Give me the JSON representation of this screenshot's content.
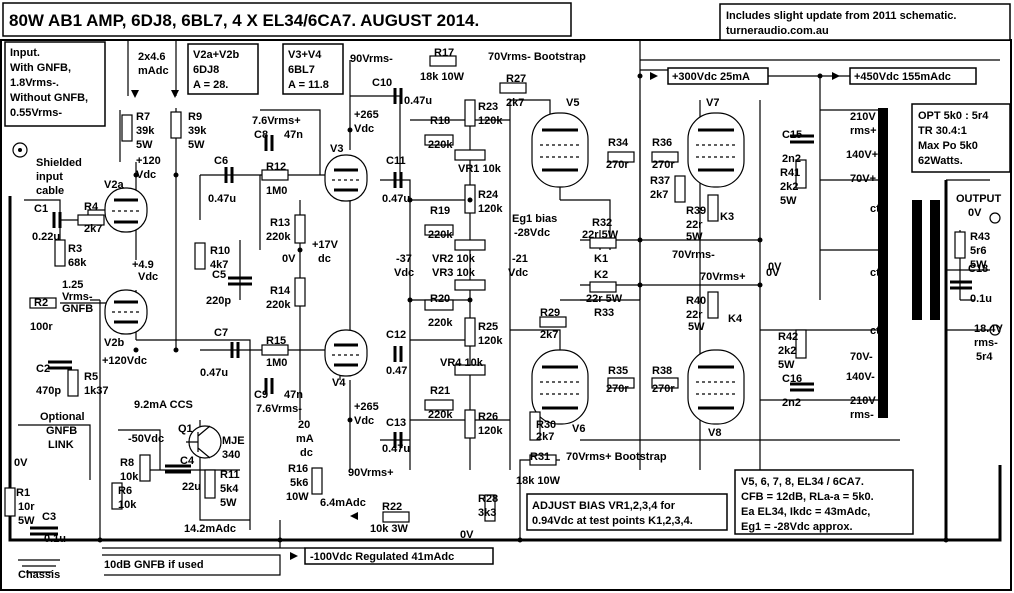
{
  "title": "80W AB1 AMP, 6DJ8, 6BL7, 4 X EL34/6CA7. AUGUST 2014.",
  "notes": {
    "update_line1": "Includes slight update from 2011 schematic.",
    "update_line2": "turneraudio.com.au",
    "input": [
      "Input.",
      "With GNFB,",
      "1.8Vrms-.",
      "Without GNFB,",
      "0.55Vrms-"
    ],
    "v2": [
      "V2a+V2b",
      "6DJ8",
      "A = 28."
    ],
    "v3": [
      "V3+V4",
      "6BL7",
      "A = 11.8"
    ],
    "opt": [
      "OPT 5k0 : 5r4",
      "TR 30.4:1",
      "Max Po 5k0",
      "62Watts."
    ],
    "adjust": [
      "ADJUST BIAS VR1,2,3,4 for",
      "0.94Vdc at test points K1,2,3,4."
    ],
    "specs": [
      "V5, 6, 7, 8, EL34 / 6CA7.",
      "CFB = 12dB, RLa-a = 5k0.",
      "Ea EL34, Ikdc = 43mAdc,",
      "Eg1 = -28Vdc approx."
    ]
  },
  "rails": {
    "plus300": "+300Vdc 25mA",
    "plus450": "+450Vdc 155mAdc",
    "minus100": "-100Vdc Regulated 41mAdc",
    "gnfb": "10dB GNFB if used"
  },
  "labels": [
    {
      "id": "shielded",
      "text": "Shielded"
    },
    {
      "id": "input",
      "text": "input"
    },
    {
      "id": "cable",
      "text": "cable"
    },
    {
      "id": "c1",
      "text": "C1"
    },
    {
      "id": "c1v",
      "text": "0.22u"
    },
    {
      "id": "r4",
      "text": "R4"
    },
    {
      "id": "r4v",
      "text": "2k7"
    },
    {
      "id": "r3",
      "text": "R3"
    },
    {
      "id": "r3v",
      "text": "68k"
    },
    {
      "id": "v2a",
      "text": "V2a"
    },
    {
      "id": "v2b",
      "text": "V2b"
    },
    {
      "id": "r7",
      "text": "R7"
    },
    {
      "id": "r7v",
      "text": "39k"
    },
    {
      "id": "r7w",
      "text": "5W"
    },
    {
      "id": "r9",
      "text": "R9"
    },
    {
      "id": "r9v",
      "text": "39k"
    },
    {
      "id": "r9w",
      "text": "5W"
    },
    {
      "id": "ma",
      "text": "2x4.6"
    },
    {
      "id": "ma2",
      "text": "mAdc"
    },
    {
      "id": "p120",
      "text": "+120"
    },
    {
      "id": "p120b",
      "text": "Vdc"
    },
    {
      "id": "p49",
      "text": "+4.9"
    },
    {
      "id": "p49b",
      "text": "Vdc"
    },
    {
      "id": "g125",
      "text": "1.25"
    },
    {
      "id": "g125b",
      "text": "Vrms-"
    },
    {
      "id": "g125c",
      "text": "GNFB"
    },
    {
      "id": "r2",
      "text": "R2"
    },
    {
      "id": "r2v",
      "text": "100r"
    },
    {
      "id": "p120c",
      "text": "+120Vdc"
    },
    {
      "id": "c2",
      "text": "C2"
    },
    {
      "id": "c2v",
      "text": "470p"
    },
    {
      "id": "r5",
      "text": "R5"
    },
    {
      "id": "r5v",
      "text": "1k37"
    },
    {
      "id": "opt1",
      "text": "Optional"
    },
    {
      "id": "opt2",
      "text": "GNFB"
    },
    {
      "id": "opt3",
      "text": "LINK"
    },
    {
      "id": "zv",
      "text": "0V"
    },
    {
      "id": "r1",
      "text": "R1"
    },
    {
      "id": "r1v",
      "text": "10r"
    },
    {
      "id": "r1w",
      "text": "5W"
    },
    {
      "id": "c3",
      "text": "C3"
    },
    {
      "id": "c3v",
      "text": "0.1u"
    },
    {
      "id": "chassis",
      "text": "Chassis"
    },
    {
      "id": "c6",
      "text": "C6"
    },
    {
      "id": "c6v",
      "text": "0.47u"
    },
    {
      "id": "r10",
      "text": "R10"
    },
    {
      "id": "r10v",
      "text": "4k7"
    },
    {
      "id": "c5",
      "text": "C5"
    },
    {
      "id": "c5v",
      "text": "220p"
    },
    {
      "id": "c7",
      "text": "C7"
    },
    {
      "id": "c7v",
      "text": "0.47u"
    },
    {
      "id": "ccs",
      "text": "9.2mA CCS"
    },
    {
      "id": "q1",
      "text": "Q1"
    },
    {
      "id": "mje",
      "text": "MJE"
    },
    {
      "id": "mje2",
      "text": "340"
    },
    {
      "id": "n50",
      "text": "-50Vdc"
    },
    {
      "id": "r8",
      "text": "R8"
    },
    {
      "id": "r8v",
      "text": "10k"
    },
    {
      "id": "r6",
      "text": "R6"
    },
    {
      "id": "r6v",
      "text": "10k"
    },
    {
      "id": "c4",
      "text": "C4"
    },
    {
      "id": "c4v",
      "text": "22u"
    },
    {
      "id": "r11",
      "text": "R11"
    },
    {
      "id": "r11v",
      "text": "5k4"
    },
    {
      "id": "r11w",
      "text": "5W"
    },
    {
      "id": "m142",
      "text": "14.2mAdc"
    },
    {
      "id": "vr76",
      "text": "7.6Vrms+"
    },
    {
      "id": "c8",
      "text": "C8"
    },
    {
      "id": "c8v",
      "text": "47n"
    },
    {
      "id": "r12",
      "text": "R12"
    },
    {
      "id": "r12v",
      "text": "1M0"
    },
    {
      "id": "r13",
      "text": "R13"
    },
    {
      "id": "r13v",
      "text": "220k"
    },
    {
      "id": "zv2",
      "text": "0V"
    },
    {
      "id": "r14",
      "text": "R14"
    },
    {
      "id": "r14v",
      "text": "220k"
    },
    {
      "id": "r15",
      "text": "R15"
    },
    {
      "id": "r15v",
      "text": "1M0"
    },
    {
      "id": "c9",
      "text": "C9"
    },
    {
      "id": "c9v",
      "text": "47n"
    },
    {
      "id": "vr76b",
      "text": "7.6Vrms-"
    },
    {
      "id": "m20",
      "text": "20"
    },
    {
      "id": "m20b",
      "text": "mA"
    },
    {
      "id": "m20c",
      "text": "dc"
    },
    {
      "id": "r16",
      "text": "R16"
    },
    {
      "id": "r16v",
      "text": "5k6"
    },
    {
      "id": "r16w",
      "text": "10W"
    },
    {
      "id": "m64",
      "text": "6.4mAdc"
    },
    {
      "id": "r22",
      "text": "R22"
    },
    {
      "id": "r22v",
      "text": "10k 3W"
    },
    {
      "id": "zv3",
      "text": "0V"
    },
    {
      "id": "v3",
      "text": "V3"
    },
    {
      "id": "v4",
      "text": "V4"
    },
    {
      "id": "p17",
      "text": "+17V"
    },
    {
      "id": "p17b",
      "text": "dc"
    },
    {
      "id": "p265",
      "text": "+265"
    },
    {
      "id": "p265b",
      "text": "Vdc"
    },
    {
      "id": "p265c",
      "text": "+265"
    },
    {
      "id": "p265d",
      "text": "Vdc"
    },
    {
      "id": "v90m",
      "text": "90Vrms-"
    },
    {
      "id": "v90p",
      "text": "90Vrms+"
    },
    {
      "id": "r17",
      "text": "R17"
    },
    {
      "id": "r17v",
      "text": "18k 10W"
    },
    {
      "id": "v70b",
      "text": "70Vrms- Bootstrap"
    },
    {
      "id": "c10",
      "text": "C10"
    },
    {
      "id": "c10v",
      "text": "0.47u"
    },
    {
      "id": "r27",
      "text": "R27"
    },
    {
      "id": "r27v",
      "text": "2k7"
    },
    {
      "id": "c11",
      "text": "C11"
    },
    {
      "id": "c11v",
      "text": "0.47u"
    },
    {
      "id": "r23",
      "text": "R23"
    },
    {
      "id": "r23v",
      "text": "120k"
    },
    {
      "id": "r18",
      "text": "R18"
    },
    {
      "id": "r18v",
      "text": "220k"
    },
    {
      "id": "vr1",
      "text": "VR1 10k"
    },
    {
      "id": "r24",
      "text": "R24"
    },
    {
      "id": "r24v",
      "text": "120k"
    },
    {
      "id": "r19",
      "text": "R19"
    },
    {
      "id": "r19v",
      "text": "220k"
    },
    {
      "id": "vr2",
      "text": "VR2 10k"
    },
    {
      "id": "vr3",
      "text": "VR3 10k"
    },
    {
      "id": "n37",
      "text": "-37"
    },
    {
      "id": "n37b",
      "text": "Vdc"
    },
    {
      "id": "n21",
      "text": "-21"
    },
    {
      "id": "n21b",
      "text": "Vdc"
    },
    {
      "id": "r20",
      "text": "R20"
    },
    {
      "id": "r20v",
      "text": "220k"
    },
    {
      "id": "r25",
      "text": "R25"
    },
    {
      "id": "r25v",
      "text": "120k"
    },
    {
      "id": "c12",
      "text": "C12"
    },
    {
      "id": "c12v",
      "text": "0.47"
    },
    {
      "id": "vr4",
      "text": "VR4 10k"
    },
    {
      "id": "r21",
      "text": "R21"
    },
    {
      "id": "r21v",
      "text": "220k"
    },
    {
      "id": "r26",
      "text": "R26"
    },
    {
      "id": "r26v",
      "text": "120k"
    },
    {
      "id": "c13",
      "text": "C13"
    },
    {
      "id": "c13v",
      "text": "0.47u"
    },
    {
      "id": "eg1",
      "text": "Eg1 bias"
    },
    {
      "id": "eg1b",
      "text": "-28Vdc"
    },
    {
      "id": "v5",
      "text": "V5"
    },
    {
      "id": "v6",
      "text": "V6"
    },
    {
      "id": "v7",
      "text": "V7"
    },
    {
      "id": "v8",
      "text": "V8"
    },
    {
      "id": "r34",
      "text": "R34"
    },
    {
      "id": "r34v",
      "text": "270r"
    },
    {
      "id": "r36",
      "text": "R36"
    },
    {
      "id": "r36v",
      "text": "270r"
    },
    {
      "id": "r37",
      "text": "R37"
    },
    {
      "id": "r37v",
      "text": "2k7"
    },
    {
      "id": "r39",
      "text": "R39"
    },
    {
      "id": "r39v",
      "text": "22r"
    },
    {
      "id": "r39w",
      "text": "5W"
    },
    {
      "id": "k3",
      "text": "K3"
    },
    {
      "id": "r32",
      "text": "R32"
    },
    {
      "id": "r32v",
      "text": "22r 5W"
    },
    {
      "id": "k1",
      "text": "K1"
    },
    {
      "id": "v70m",
      "text": "70Vrms-"
    },
    {
      "id": "k2",
      "text": "K2"
    },
    {
      "id": "r33v",
      "text": "22r 5W"
    },
    {
      "id": "r33",
      "text": "R33"
    },
    {
      "id": "v70p",
      "text": "70Vrms+"
    },
    {
      "id": "r40",
      "text": "R40"
    },
    {
      "id": "r40v",
      "text": "22r"
    },
    {
      "id": "r40w",
      "text": "5W"
    },
    {
      "id": "k4",
      "text": "K4"
    },
    {
      "id": "r29",
      "text": "R29"
    },
    {
      "id": "r29v",
      "text": "2k7"
    },
    {
      "id": "r35",
      "text": "R35"
    },
    {
      "id": "r35v",
      "text": "270r"
    },
    {
      "id": "r38",
      "text": "R38"
    },
    {
      "id": "r38v",
      "text": "270r"
    },
    {
      "id": "r30",
      "text": "R30"
    },
    {
      "id": "r30v",
      "text": "2k7"
    },
    {
      "id": "r31",
      "text": "R31"
    },
    {
      "id": "r31v",
      "text": "18k 10W"
    },
    {
      "id": "v70pb",
      "text": "70Vrms+ Bootstrap"
    },
    {
      "id": "r28",
      "text": "R28"
    },
    {
      "id": "r28v",
      "text": "3k3"
    },
    {
      "id": "zv4",
      "text": "0V"
    },
    {
      "id": "c15",
      "text": "C15"
    },
    {
      "id": "c15v",
      "text": "2n2"
    },
    {
      "id": "r41",
      "text": "R41"
    },
    {
      "id": "r41v",
      "text": "2k2"
    },
    {
      "id": "r41w",
      "text": "5W"
    },
    {
      "id": "zv5",
      "text": "0V"
    },
    {
      "id": "r42",
      "text": "R42"
    },
    {
      "id": "r42v",
      "text": "2k2"
    },
    {
      "id": "r42w",
      "text": "5W"
    },
    {
      "id": "c16",
      "text": "C16"
    },
    {
      "id": "c16v",
      "text": "2n2"
    },
    {
      "id": "t210a",
      "text": "210V"
    },
    {
      "id": "t210b",
      "text": "rms+"
    },
    {
      "id": "t140a",
      "text": "140V+"
    },
    {
      "id": "t70a",
      "text": "70V+"
    },
    {
      "id": "ct1",
      "text": "ct"
    },
    {
      "id": "ct2",
      "text": "ct"
    },
    {
      "id": "ct3",
      "text": "ct"
    },
    {
      "id": "t70b",
      "text": "70V-"
    },
    {
      "id": "t140b",
      "text": "140V-"
    },
    {
      "id": "t210c",
      "text": "210V"
    },
    {
      "id": "t210d",
      "text": "rms-"
    },
    {
      "id": "outl",
      "text": "OUTPUT"
    },
    {
      "id": "out0",
      "text": "0V"
    },
    {
      "id": "r43",
      "text": "R43"
    },
    {
      "id": "r43v",
      "text": "5r6"
    },
    {
      "id": "r43w",
      "text": "5W"
    },
    {
      "id": "c18",
      "text": "C18"
    },
    {
      "id": "c18v",
      "text": "0.1u"
    },
    {
      "id": "o184",
      "text": "18.4V"
    },
    {
      "id": "o184b",
      "text": "rms-"
    },
    {
      "id": "o184c",
      "text": "5r4"
    }
  ]
}
